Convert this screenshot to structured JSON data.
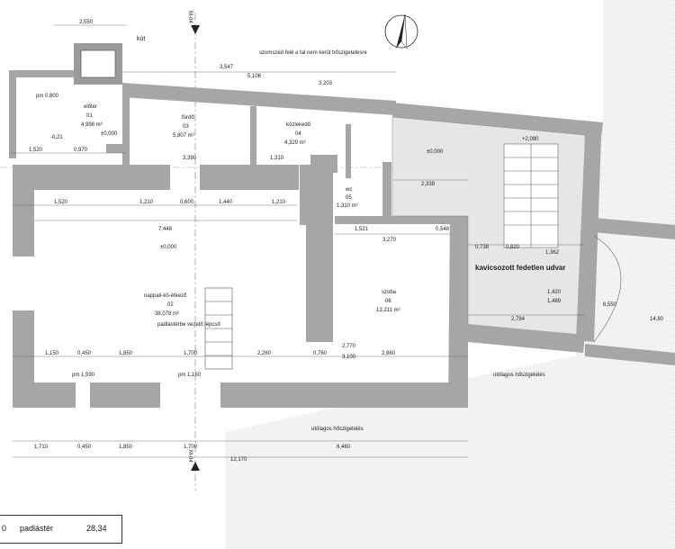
{
  "labels": {
    "kut": "kút",
    "axis_m04": "M-04",
    "dim_2550": "2,550",
    "dim_3547": "3,547",
    "dim_5106": "5,106",
    "dim_3203": "3,203",
    "note_top": "szomszéd felé a fal nem kerül hőszigetelésre",
    "room_01_no": "01",
    "room_01_area": "4,998 m²",
    "room_01_name": "előtér",
    "room_03_name": "fürdő",
    "room_03_no": "03",
    "room_03_area": "5,807 m²",
    "room_04_name": "közlekedő",
    "room_04_no": "04",
    "room_04_area": "4,329 m²",
    "room_05_name": "wc",
    "room_05_no": "05",
    "room_05_area": "1,310 m²",
    "room_02_name": "nappali-kö-étkező",
    "room_02_no": "02",
    "room_02_area": "38,078 m²",
    "stair_note": "padlástérbe vezető lépcső",
    "room_06_name": "szoba",
    "room_06_no": "06",
    "room_06_area": "13,211 m²",
    "courtyard": "kavicsozott fedetlen udvar",
    "room_right_area": "14,80",
    "pm_0800": "pm 0,800",
    "pm_1590": "pm 1,590",
    "pm_1150": "pm 1,150",
    "lvl_000": "±0,000",
    "lvl_021": "-0,21",
    "lvl_2080": "+2,080",
    "dim_1520": "1,520",
    "dim_0970": "0,970",
    "dim_3390": "3,390",
    "dim_1310": "1,310",
    "dim_1210": "1,210",
    "dim_0600": "0,600",
    "dim_1440": "1,440",
    "dim_7448": "7,448",
    "dim_1521": "1,521",
    "dim_3270": "3,270",
    "dim_0548": "0,548",
    "dim_2339": "2,339",
    "dim_0738": "0,738",
    "dim_0820": "0,820",
    "dim_1362": "1,362",
    "dim_2784": "2,784",
    "dim_1150": "1,150",
    "dim_0450": "0,450",
    "dim_1850": "1,850",
    "dim_1700": "1,700",
    "dim_2260": "2,260",
    "dim_0760": "0,760",
    "dim_2960": "2,960",
    "dim_1710": "1,710",
    "dim_6460": "6,460",
    "dim_12170": "12,170",
    "dim_1420": "1,420",
    "dim_1489": "1,489",
    "dim_6550": "6,550",
    "dim_2770": "2,770",
    "dim_3100": "3,100",
    "note_insul_1": "utólagos hőszigetelés",
    "note_insul_2": "utólagos hőszigetelés",
    "legend_num": "0",
    "legend_name": "padlástér",
    "legend_area": "28,34"
  }
}
